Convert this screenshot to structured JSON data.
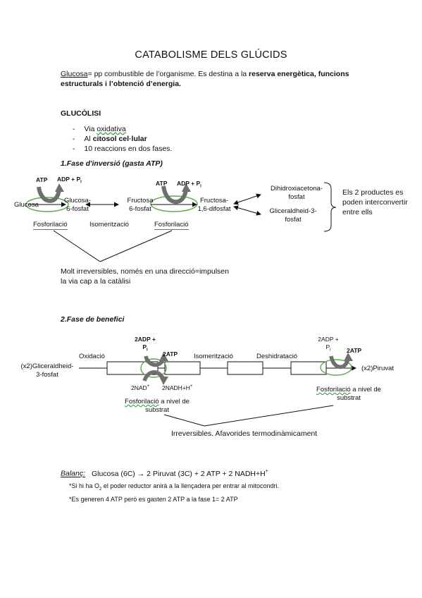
{
  "title": "CATABOLISME DELS GLÚCIDS",
  "intro": {
    "term": "Glucosa",
    "text1": "= pp combustible de l’organisme. Es destina a la ",
    "bold1": "reserva energètica, funcions",
    "bold2": "estructurals i l’obtenció d’energia."
  },
  "glycolysis": {
    "heading": "GLUCÒLISI",
    "bullets": [
      {
        "dash": "-",
        "prefix": "Via ",
        "word": "oxidativa",
        "suffix": ""
      },
      {
        "dash": "-",
        "prefix": "Al ",
        "word": "citosol cel·lular",
        "suffix": ""
      },
      {
        "dash": "-",
        "prefix": "10 reaccions en dos fases.",
        "word": "",
        "suffix": ""
      }
    ]
  },
  "phase1": {
    "heading": "1.Fase d'inversió (gasta ATP)",
    "atp1": "ATP",
    "adp1": "ADP + P",
    "pi_sub": "i",
    "atp2": "ATP",
    "adp2": "ADP + P",
    "glucosa": "Glucosa",
    "g6p_line1": "Glucosa-",
    "g6p_line2": "6-fosfat",
    "f6p_line1": "Fructosa",
    "f6p_line2": "6-fosfat",
    "f16_line1": "Fructosa-",
    "f16_line2": "1,6-difosfat",
    "dhap_line1": "Dihidroxiacetona-",
    "dhap_line2": "fosfat",
    "gap_line1": "Gliceraldheid-3-",
    "gap_line2": "fosfat",
    "both_line1": "Els 2 productes es",
    "both_line2": "poden interconvertir",
    "both_line3": "entre ells",
    "fosf1": "Fosforilació",
    "isom": "Isomerització",
    "fosf2": "Fosforilació",
    "irrev_line1": "Molt irreversibles, només en una direcció=impulsen",
    "irrev_line2": "la via cap a la catàlisi"
  },
  "phase2": {
    "heading": "2.Fase de benefici",
    "oxidacio": "Oxidació",
    "adp_a": "2ADP +",
    "pi_a": "P",
    "atp_a": "2ATP",
    "isom": "Isomerització",
    "deshid": "Deshidratació",
    "adp_b": "2ADP +",
    "pi_b": "P",
    "atp_b": "2ATP",
    "gli_line1": "(x2)Gliceraldheid-",
    "gli_line2": "3-fosfat",
    "piruvat": "(x2)Piruvat",
    "nad": "2NAD",
    "nad_sup": "+",
    "nadh": "2NADH+H",
    "nadh_sup": "+",
    "fosf_a_word": "Fosforilació",
    "fosf_a_rest": " a nivel de",
    "fosf_a_line2": "substrat",
    "fosf_b_word": "Fosforilació",
    "fosf_b_rest": " a nivel de",
    "fosf_b_line2": "substrat",
    "irrev": "Irreversibles. Afavorides termodinàmicament"
  },
  "balance": {
    "label": "Balanç:",
    "text": "Glucosa (6C) → 2 Piruvat (3C) + 2 ATP + 2 NADH+H",
    "sup": "+",
    "note1_a": "*Si hi ha O",
    "note1_sub": "2",
    "note1_b": " el poder reductor anirà a la llençadera per entrar al mitocondri.",
    "note2": "*Es generen 4 ATP però es gasten 2 ATP a la fase 1= 2 ATP"
  }
}
